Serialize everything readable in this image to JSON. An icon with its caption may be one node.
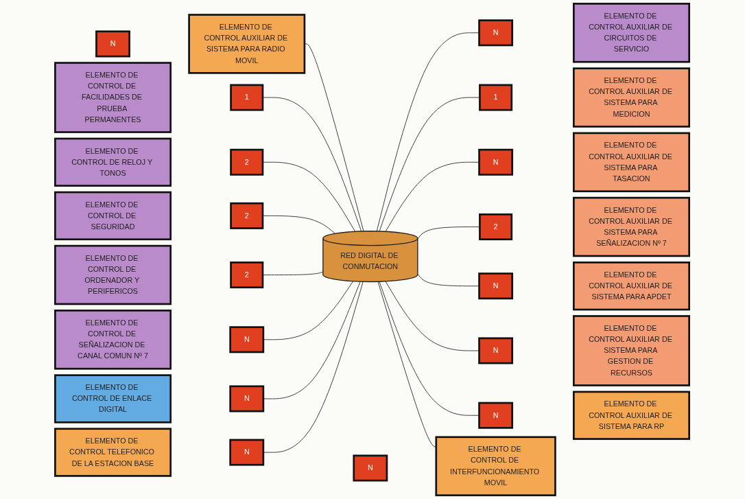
{
  "diagram": {
    "nodes": [
      {
        "text": [
          "ELEMENTO DE CONTROL TELEFONICO DE LA ESTACION BASE"
        ]
      },
      {
        "text": [
          "N"
        ]
      },
      {
        "text": [
          "ELEMENTO DE CONTROL AUXILIAR DE SISTEMA PARA RADIO MOVIL"
        ]
      },
      {
        "text": [
          "N"
        ]
      },
      {
        "text": [
          "N"
        ]
      },
      {
        "text": [
          "ELEMENTO DE CONTROL AUXILIAR DE SISTEMA PARA RP"
        ]
      },
      {
        "text": [
          "ELEMENTO DE CONTROL DE ENLACE DIGITAL"
        ]
      },
      {
        "text": [
          "N"
        ]
      },
      {
        "text": [
          "N"
        ]
      },
      {
        "text": [
          "ELEMENTO DE CONTROL AUXILIAR DE SISTEMA PARA GESTION DE RECURSOS"
        ]
      },
      {
        "text": [
          "ELEMENTO DE CONTROL DE SEÑALIZACION DE CANAL COMUN Nº 7"
        ]
      },
      {
        "text": [
          "N"
        ]
      },
      {
        "text": [
          "N"
        ]
      },
      {
        "text": [
          "ELEMENTO DE CONTROL AUXILIAR DE SISTEMA PARA APDET"
        ]
      },
      {
        "text": [
          "RED DIGITAL DE CONMUTACION"
        ]
      },
      {
        "text": [
          "ELEMENTO DE CONTROL DE ORDENADOR Y PERIFERICOS"
        ]
      },
      {
        "text": [
          "2"
        ]
      },
      {
        "text": [
          "2"
        ]
      },
      {
        "text": [
          "ELEMENTO DE CONTROL AUXILIAR DE SISTEMA PARA SEÑALIZACION Nº 7"
        ]
      },
      {
        "text": [
          "ELEMENTO DE CONTROL DE SEGURIDAD"
        ]
      },
      {
        "text": [
          "2"
        ]
      },
      {
        "text": [
          "N"
        ]
      },
      {
        "text": [
          "ELEMENTO DE CONTROL AUXILIAR DE SISTEMA PARA TASACION"
        ]
      },
      {
        "text": [
          "ELEMENTO DE CONTROL DE RELOJ Y TONOS"
        ]
      },
      {
        "text": [
          "2"
        ]
      },
      {
        "text": [
          "1"
        ]
      },
      {
        "text": [
          "ELEMENTO DE CONTROL AUXILIAR DE SISTEMA PARA MEDICION"
        ]
      },
      {
        "text": [
          "ELEMENTO DE CONTROL DE FACILIDADES DE PRUEBA PERMANENTES"
        ]
      },
      {
        "text": [
          "1"
        ]
      },
      {
        "text": [
          "ELEMENTO DE CONTROL DE INTERFUNCIONAMIENTO MOVIL"
        ]
      },
      {
        "text": [
          "N"
        ]
      },
      {
        "text": [
          "N"
        ]
      },
      {
        "text": [
          "ELEMENTO DE CONTROL AUXILIAR DE CIRCUITOS DE SERVICIO"
        ]
      }
    ],
    "edges": [
      {
        "from": 1,
        "to": 14,
        "arrow": "none"
      },
      {
        "from": 7,
        "to": 14,
        "arrow": "none"
      },
      {
        "from": 11,
        "to": 14,
        "arrow": "none"
      },
      {
        "from": 16,
        "to": 14,
        "arrow": "none"
      },
      {
        "from": 20,
        "to": 14,
        "arrow": "none"
      },
      {
        "from": 24,
        "to": 14,
        "arrow": "none"
      },
      {
        "from": 28,
        "to": 14,
        "arrow": "none"
      },
      {
        "from": 2,
        "to": 14,
        "arrow": "none"
      },
      {
        "from": 14,
        "to": 29,
        "arrow": "none"
      },
      {
        "from": 14,
        "to": 4,
        "arrow": "none"
      },
      {
        "from": 14,
        "to": 8,
        "arrow": "none"
      },
      {
        "from": 14,
        "to": 12,
        "arrow": "none"
      },
      {
        "from": 14,
        "to": 17,
        "arrow": "none"
      },
      {
        "from": 14,
        "to": 21,
        "arrow": "none"
      },
      {
        "from": 14,
        "to": 25,
        "arrow": "none"
      },
      {
        "from": 14,
        "to": 31,
        "arrow": "none"
      }
    ]
  }
}
